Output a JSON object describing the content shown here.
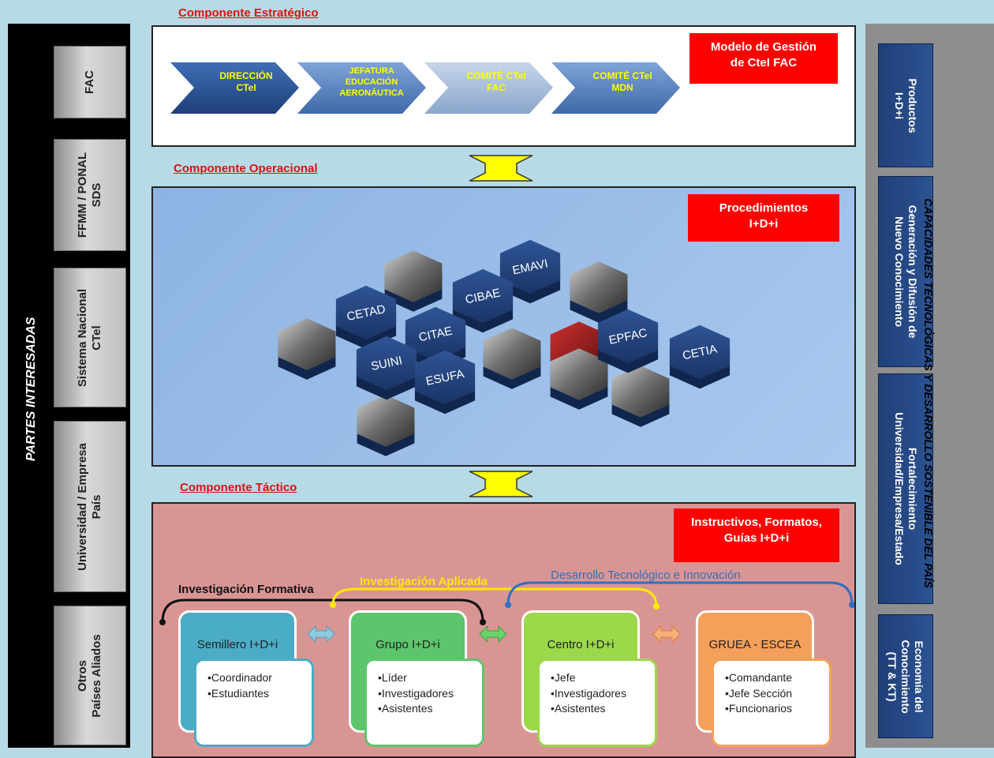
{
  "stakeholders": {
    "title": "PARTES INTERESADAS",
    "items": [
      "FAC",
      "FFMM / PONAL\nSDS",
      "Sistema Nacional\nCTel",
      "Universidad / Empresa\nPaís",
      "Otros\nPaíses Aliados"
    ]
  },
  "capacities": {
    "title": "CAPACIDADES TECNOLÓGICAS Y DESARROLLO SOSTENIBLE DEL PAÍS",
    "items": [
      "Productos\nI+D+i",
      "Generación y Difusión de\nNuevo Conocimiento",
      "Fortalecimiento\nUniversidad/Empresa/Estado",
      "Economía del\nConocimiento\n(TT & KT)"
    ]
  },
  "strategic": {
    "label": "Componente Estratégico",
    "flag": "Modelo de Gestión\nde CteI FAC",
    "chevrons": [
      "DIRECCIÓN\nCTeI",
      "JEFATURA\nEDUCACIÓN\nAERONÁUTICA",
      "COMITÉ CTeI\nFAC",
      "COMITÉ CTeI\nMDN"
    ]
  },
  "operational": {
    "label": "Componente Operacional",
    "flag": "Procedimientos\nI+D+i",
    "hexagons": [
      "EMAVI",
      "CIBAE",
      "CETAD",
      "CITAE",
      "EPFAC",
      "CETIA",
      "SUINI",
      "ESUFA"
    ]
  },
  "tactical": {
    "label": "Componente Táctico",
    "flag": "Instructivos, Formatos,\nGuías I+D+i",
    "lines": [
      "Investigación Formativa",
      "Investigación Aplicada",
      "Desarrollo Tecnológico e Innovación"
    ],
    "nodes": [
      {
        "title": "Semillero I+D+i",
        "items": [
          "•Coordinador",
          "•Estudiantes"
        ],
        "color": "#4bacc6"
      },
      {
        "title": "Grupo I+D+i",
        "items": [
          "•Líder",
          "•Investigadores",
          "•Asistentes"
        ],
        "color": "#5dc56b"
      },
      {
        "title": "Centro I+D+i",
        "items": [
          "•Jefe",
          "•Investigadores",
          "•Asistentes"
        ],
        "color": "#9bd84a"
      },
      {
        "title": "GRUEA - ESCEA",
        "items": [
          "•Comandante",
          "•Jefe Sección",
          "•Funcionarios"
        ],
        "color": "#f4a05a"
      }
    ]
  }
}
